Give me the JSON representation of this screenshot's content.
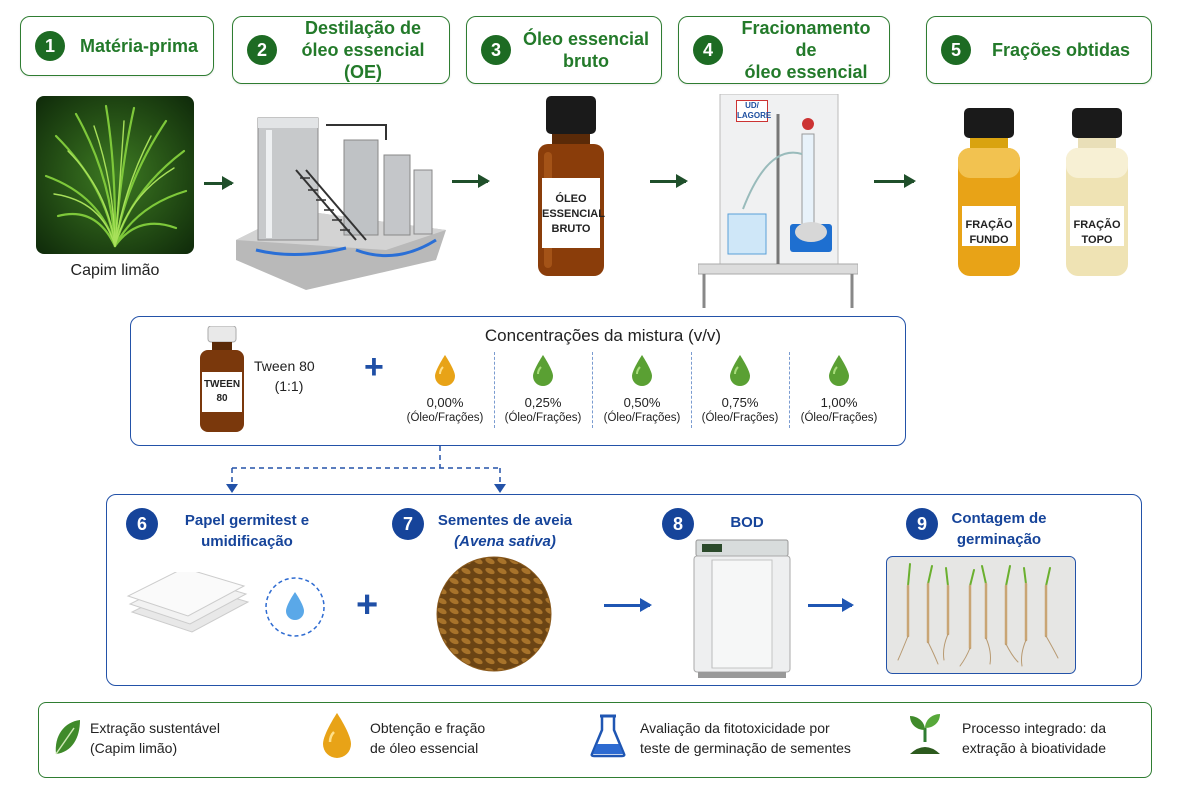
{
  "steps": [
    {
      "num": "1",
      "label": "Matéria-prima"
    },
    {
      "num": "2",
      "label_l1": "Destilação de",
      "label_l2": "óleo essencial (OE)"
    },
    {
      "num": "3",
      "label_l1": "Óleo essencial",
      "label_l2": "bruto"
    },
    {
      "num": "4",
      "label_l1": "Fracionamento de",
      "label_l2": "óleo essencial"
    },
    {
      "num": "5",
      "label": "Frações obtidas"
    }
  ],
  "raw_material_caption": "Capim limão",
  "bottle_oil_label": [
    "ÓLEO",
    "ESSENCIAL",
    "BRUTO"
  ],
  "apparatus_brand_l1": "UD/",
  "apparatus_brand_l2": "LAGORE",
  "fractions": [
    {
      "l1": "FRAÇÃO",
      "l2": "FUNDO"
    },
    {
      "l1": "FRAÇÃO",
      "l2": "TOPO"
    }
  ],
  "mixture": {
    "title": "Concentrações da mistura (v/v)",
    "tween_bottle_l1": "TWEEN",
    "tween_bottle_l2": "80",
    "tween_label": "Tween 80",
    "tween_ratio": "(1:1)",
    "concentrations": [
      {
        "value": "0,00%",
        "sub": "(Óleo/Frações)"
      },
      {
        "value": "0,25%",
        "sub": "(Óleo/Frações)"
      },
      {
        "value": "0,50%",
        "sub": "(Óleo/Frações)"
      },
      {
        "value": "0,75%",
        "sub": "(Óleo/Frações)"
      },
      {
        "value": "1,00%",
        "sub": "(Óleo/Frações)"
      }
    ]
  },
  "lower_steps": [
    {
      "num": "6",
      "l1": "Papel germitest e",
      "l2": "umidificação"
    },
    {
      "num": "7",
      "l1": "Sementes de aveia",
      "l2": "(Avena sativa)"
    },
    {
      "num": "8",
      "l1": "BOD"
    },
    {
      "num": "9",
      "l1": "Contagem de",
      "l2": "germinação"
    }
  ],
  "features": [
    {
      "icon": "leaf-icon",
      "l1": "Extração sustentável",
      "l2": "(Capim limão)"
    },
    {
      "icon": "oil-drop-icon",
      "l1": "Obtenção e fração",
      "l2": "de óleo essencial"
    },
    {
      "icon": "flask-icon",
      "l1": "Avaliação da fitotoxicidade por",
      "l2": "teste de germinação de sementes"
    },
    {
      "icon": "seedling-icon",
      "l1": "Processo integrado: da",
      "l2": "extração à bioatividade"
    }
  ],
  "colors": {
    "green_dark": "#1d6b23",
    "green_text": "#237a2a",
    "blue": "#16449a",
    "amber": "#e8a317"
  }
}
